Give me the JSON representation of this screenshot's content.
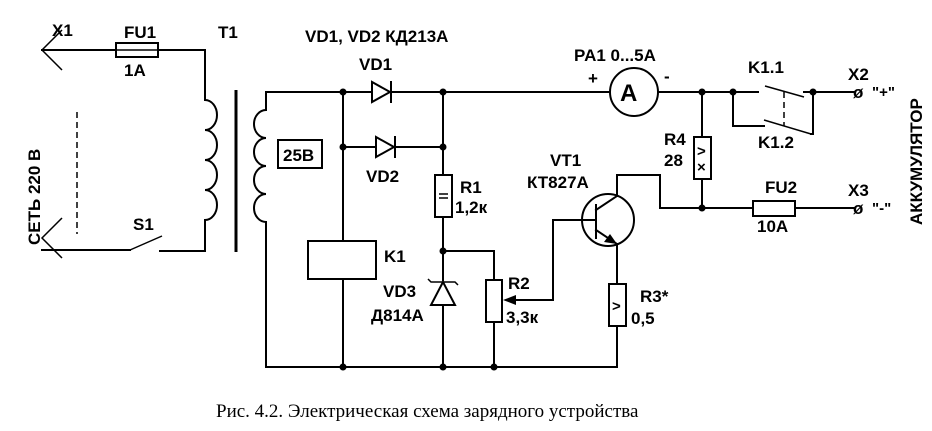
{
  "diagram": {
    "caption": "Рис. 4.2. Электрическая схема зарядного устройства",
    "mains_label": "СЕТЬ  220 В",
    "battery_label": "АККУМУЛЯТОР",
    "diode_type_note": "VD1, VD2 КД213А",
    "components": {
      "X1": {
        "ref": "X1"
      },
      "FU1": {
        "ref": "FU1",
        "value": "1A"
      },
      "S1": {
        "ref": "S1"
      },
      "T1": {
        "ref": "T1",
        "secondary_voltage": "25В"
      },
      "VD1": {
        "ref": "VD1"
      },
      "VD2": {
        "ref": "VD2"
      },
      "K1": {
        "ref": "K1"
      },
      "R1": {
        "ref": "R1",
        "value": "1,2к"
      },
      "VD3": {
        "ref": "VD3",
        "value": "Д814А"
      },
      "R2": {
        "ref": "R2",
        "value": "3,3к"
      },
      "VT1": {
        "ref": "VT1",
        "value": "КТ827А"
      },
      "R3": {
        "ref": "R3*",
        "value": "0,5"
      },
      "PA1": {
        "ref": "PA1 0...5A",
        "symbol": "A",
        "plus": "+",
        "minus": "-"
      },
      "R4": {
        "ref": "R4",
        "value": "28"
      },
      "K1_1": {
        "ref": "K1.1"
      },
      "K1_2": {
        "ref": "K1.2"
      },
      "FU2": {
        "ref": "FU2",
        "value": "10A"
      },
      "X2": {
        "ref": "X2",
        "polarity": "\"+\""
      },
      "X3": {
        "ref": "X3",
        "polarity": "\"-\""
      }
    },
    "terminal_symbol": "ø"
  }
}
